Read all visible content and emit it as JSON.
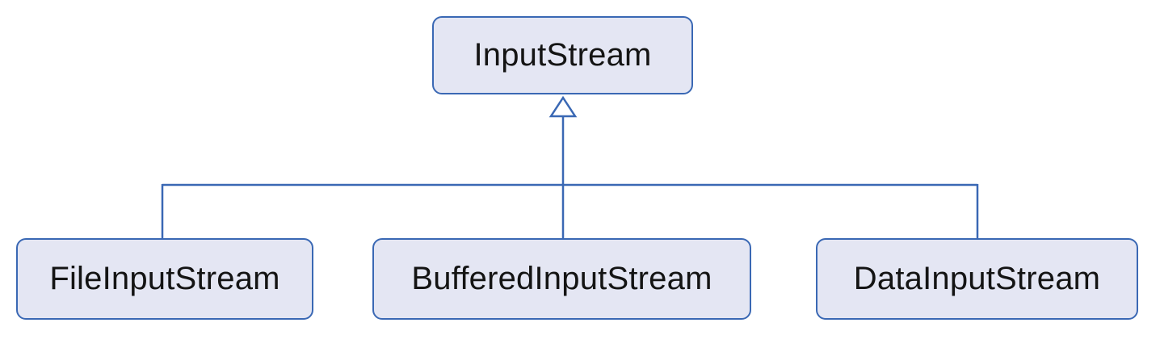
{
  "diagram": {
    "type": "class-inheritance-hierarchy",
    "parent": {
      "label": "InputStream"
    },
    "children": [
      {
        "label": "FileInputStream"
      },
      {
        "label": "BufferedInputStream"
      },
      {
        "label": "DataInputStream"
      }
    ],
    "relationship": "generalization (hollow triangle arrow pointing from children to parent)",
    "colors": {
      "node_fill": "#e4e6f3",
      "node_border": "#3a68b4",
      "line": "#3a68b4",
      "text": "#141414",
      "background": "#ffffff"
    }
  }
}
